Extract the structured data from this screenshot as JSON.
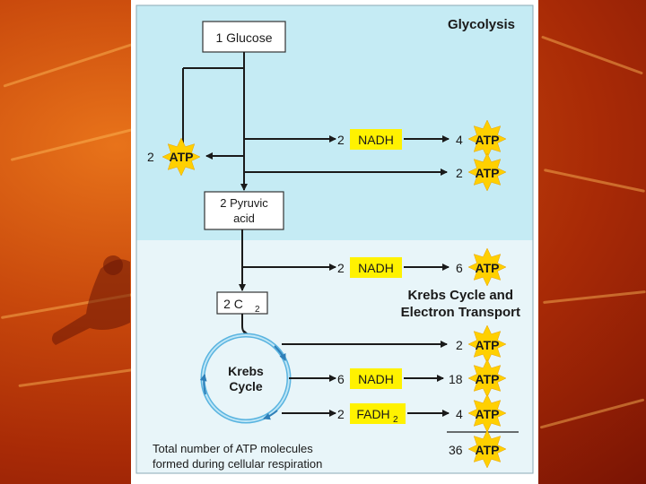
{
  "header": {
    "glycolysis_title": "Glycolysis"
  },
  "boxes": {
    "glucose": "1 Glucose",
    "pyruvic_line1": "2 Pyruvic",
    "pyruvic_line2": "acid",
    "c2": "2 C",
    "c2_sub": "2",
    "krebs_line1": "Krebs",
    "krebs_line2": "Cycle"
  },
  "section": {
    "krebs_line1": "Krebs Cycle and",
    "krebs_line2": "Electron Transport"
  },
  "rows": {
    "input_atp": {
      "count": "2",
      "label": "ATP"
    },
    "glyco_nadh": {
      "count": "2",
      "label": "NADH",
      "atp_count": "4",
      "atp_label": "ATP"
    },
    "glyco_atp": {
      "atp_count": "2",
      "atp_label": "ATP"
    },
    "pyruvic_nadh": {
      "count": "2",
      "label": "NADH",
      "atp_count": "6",
      "atp_label": "ATP"
    },
    "krebs_atp": {
      "atp_count": "2",
      "atp_label": "ATP"
    },
    "krebs_nadh": {
      "count": "6",
      "label": "NADH",
      "atp_count": "18",
      "atp_label": "ATP"
    },
    "krebs_fadh": {
      "count": "2",
      "label": "FADH",
      "label_sub": "2",
      "atp_count": "4",
      "atp_label": "ATP"
    }
  },
  "total": {
    "line1": "Total number of ATP molecules",
    "line2": "formed during cellular respiration",
    "count": "36",
    "label": "ATP"
  },
  "colors": {
    "glycolysis_bg": "#c5ebf4",
    "krebs_bg": "#e8f5f9",
    "yellow_box": "#fff200",
    "star": "#ffd000",
    "cycle": "#5ab4e0"
  }
}
